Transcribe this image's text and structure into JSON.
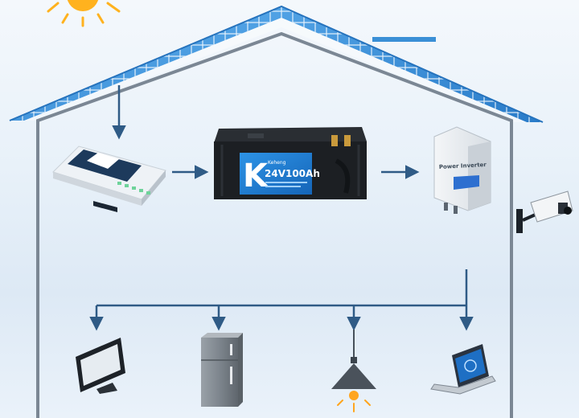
{
  "diagram": {
    "battery": {
      "brand": "Keheng",
      "rating": "24V100Ah",
      "logo_letter": "K"
    },
    "inverter": {
      "label": "Power Inverter"
    },
    "colors": {
      "arrow": "#2f5b86",
      "house_outline": "#7b8794",
      "solar_panel": "#3a8fd6",
      "battery_label": "#1f7fd0",
      "bulb_glow": "#ffa51e"
    },
    "icons": [
      "sun-icon",
      "solar-roof",
      "charge-controller-icon",
      "lithium-battery-icon",
      "power-inverter-icon",
      "security-camera-icon",
      "tv-monitor-icon",
      "refrigerator-icon",
      "ceiling-lamp-icon",
      "laptop-icon"
    ]
  }
}
